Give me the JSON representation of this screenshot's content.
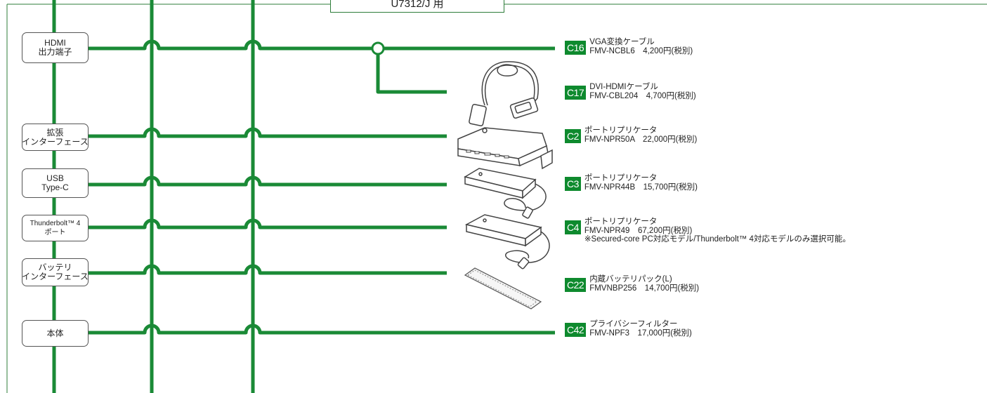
{
  "title": "U7312/J 用",
  "ports": [
    {
      "line1": "HDMI",
      "line2": "出力端子"
    },
    {
      "line1": "拡張",
      "line2": "インターフェース"
    },
    {
      "line1": "USB",
      "line2": "Type-C"
    },
    {
      "line1": "Thunderbolt™ 4",
      "line2": "ポート"
    },
    {
      "line1": "バッテリ",
      "line2": "インターフェース"
    },
    {
      "line1": "本体",
      "line2": ""
    }
  ],
  "items": [
    {
      "code": "C16",
      "name": "VGA変換ケーブル",
      "model": "FMV-NCBL6　4,200円(税別)",
      "note": ""
    },
    {
      "code": "C17",
      "name": "DVI-HDMIケーブル",
      "model": "FMV-CBL204　4,700円(税別)",
      "note": ""
    },
    {
      "code": "C2",
      "name": "ポートリプリケータ",
      "model": "FMV-NPR50A　22,000円(税別)",
      "note": ""
    },
    {
      "code": "C3",
      "name": "ポートリプリケータ",
      "model": "FMV-NPR44B　15,700円(税別)",
      "note": ""
    },
    {
      "code": "C4",
      "name": "ポートリプリケータ",
      "model": "FMV-NPR49　67,200円(税別)",
      "note": "※Secured-core PC対応モデル/Thunderbolt™ 4対応モデルのみ選択可能。"
    },
    {
      "code": "C22",
      "name": "内蔵バッテリパック(L)",
      "model": "FMVNBP256　14,700円(税別)",
      "note": ""
    },
    {
      "code": "C42",
      "name": "プライバシーフィルター",
      "model": "FMV-NPF3　17,000円(税別)",
      "note": ""
    }
  ],
  "images": [
    "hdmi-cable-image",
    "port-replicator-npr50a-image",
    "port-replicator-npr44b-image",
    "port-replicator-npr49-image",
    "battery-pack-image"
  ],
  "colors": {
    "line": "#1a8a36",
    "badge": "#0e8a2e",
    "frame": "#2e7d3a"
  }
}
